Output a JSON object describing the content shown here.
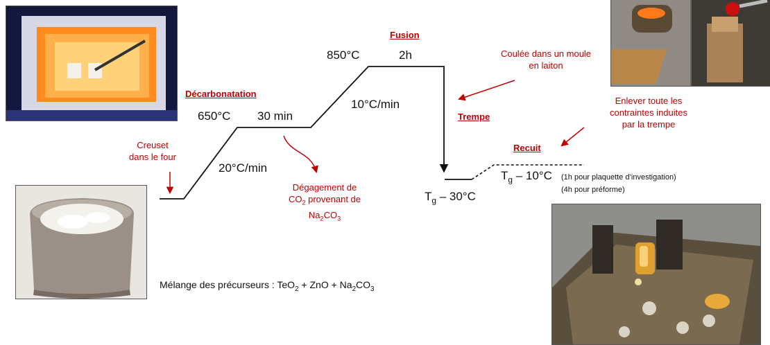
{
  "photos": {
    "furnace": "furnace-photo",
    "casting": "casting-photos",
    "crucible": "crucible-photo",
    "annealed_glass": "annealed-glass-photo"
  },
  "stages": {
    "decarbonatation": {
      "title": "Décarbonatation",
      "temp": "650°C",
      "time": "30 min"
    },
    "fusion": {
      "title": "Fusion",
      "temp": "850°C",
      "time": "2h"
    },
    "trempe": {
      "title": "Trempe"
    },
    "recuit": {
      "title": "Recuit"
    }
  },
  "rates": {
    "first": "20°C/min",
    "second": "10°C/min"
  },
  "annotations": {
    "crucible_line1": "Creuset",
    "crucible_line2": "dans le four",
    "co2_line1": "Dégagement de",
    "co2_line2_prefix": "CO",
    "co2_line2_sub": "2",
    "co2_line2_suffix": " provenant de",
    "co2_line3_a": "Na",
    "co2_line3_sub1": "2",
    "co2_line3_b": "CO",
    "co2_line3_sub2": "3",
    "casting_line1": "Coulée dans un moule",
    "casting_line2": "en laiton",
    "stress_line1": "Enlever toute les",
    "stress_line2": "contraintes induites",
    "stress_line3": "par la trempe"
  },
  "temperatures": {
    "quench_T": "T",
    "quench_sub": "g",
    "quench_rest": " – 30°C",
    "anneal_T": "T",
    "anneal_sub": "g",
    "anneal_rest": " – 10°C"
  },
  "anneal_notes": {
    "line1": "(1h pour plaquette d’investigation)",
    "line2": "(4h pour préforme)"
  },
  "mixture": {
    "label": "Mélange des précurseurs : ",
    "a": "TeO",
    "a_sub": "2",
    "b": " + ZnO + Na",
    "b_sub": "2",
    "c": "CO",
    "c_sub": "3"
  },
  "colors": {
    "accent": "#c00000",
    "line": "#111111"
  }
}
